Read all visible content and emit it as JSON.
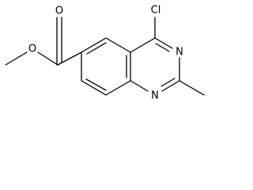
{
  "molecule": {
    "atoms": {
      "ester_oxygen": "O",
      "carbonyl_oxygen": "O",
      "chlorine": "Cl",
      "n3": "N",
      "n1": "N"
    },
    "colors": {
      "bond": "#000000",
      "label": "#000000",
      "background": "#ffffff"
    }
  }
}
